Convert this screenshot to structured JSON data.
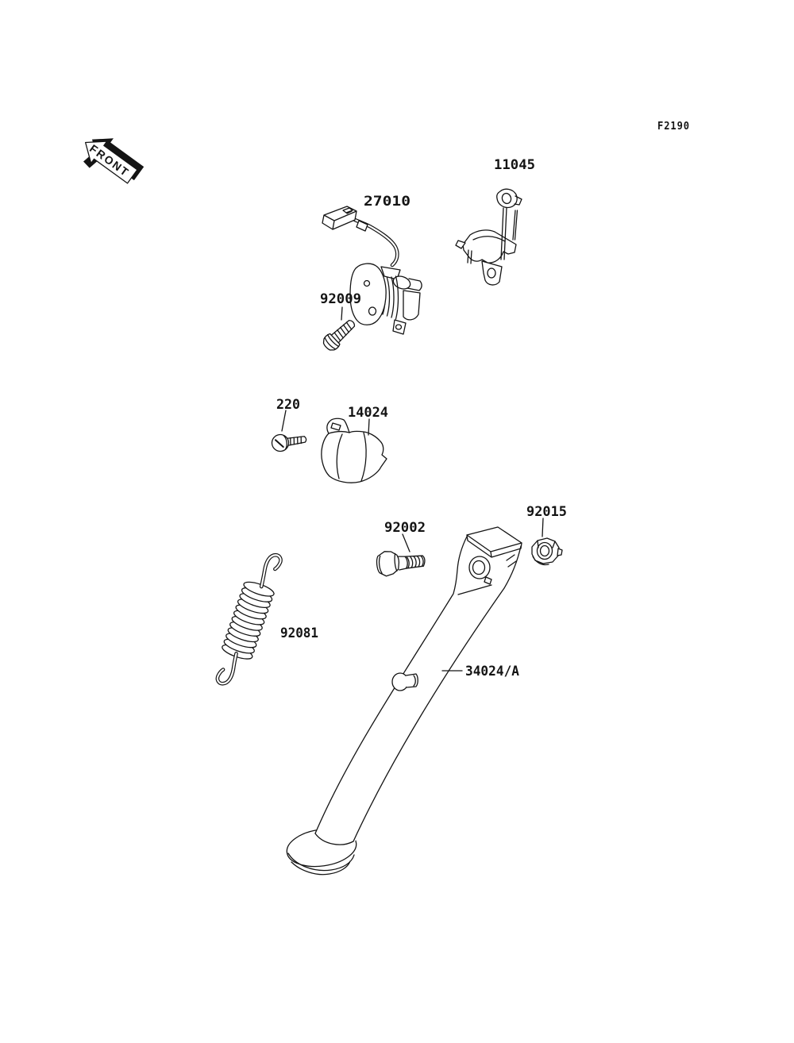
{
  "diagram": {
    "code": "F2190",
    "front_marker": "FRONT",
    "labels": {
      "switch": "27010",
      "bracket": "11045",
      "switch_bolt": "92009",
      "screw": "220",
      "switch_cover": "14024",
      "stand_bolt": "92002",
      "stand_nut": "92015",
      "stand_spring": "92081",
      "side_stand": "34024/A"
    }
  }
}
